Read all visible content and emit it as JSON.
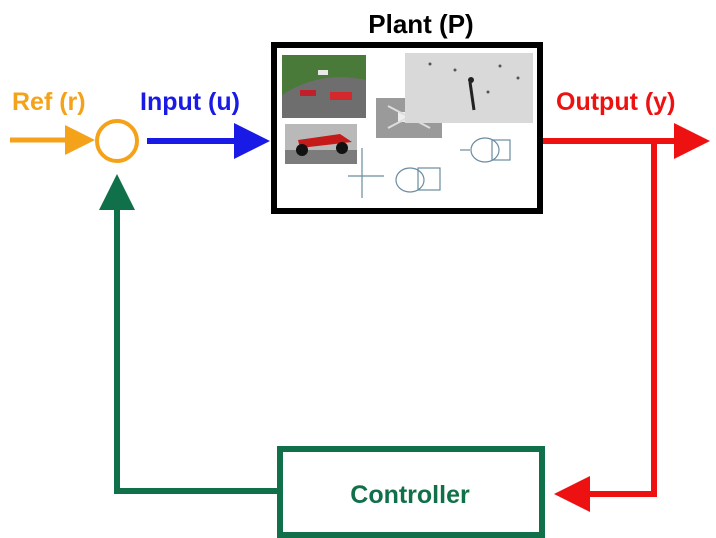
{
  "diagram": {
    "plant_title": "Plant (P)",
    "ref_label": "Ref (r)",
    "input_label": "Input (u)",
    "output_label": "Output (y)",
    "controller_label": "Controller"
  },
  "colors": {
    "ref": "#f5a21b",
    "input": "#1a1ae6",
    "output": "#ee1111",
    "feedback": "#10704a",
    "plant_border": "#000000",
    "controller_border": "#10704a"
  }
}
